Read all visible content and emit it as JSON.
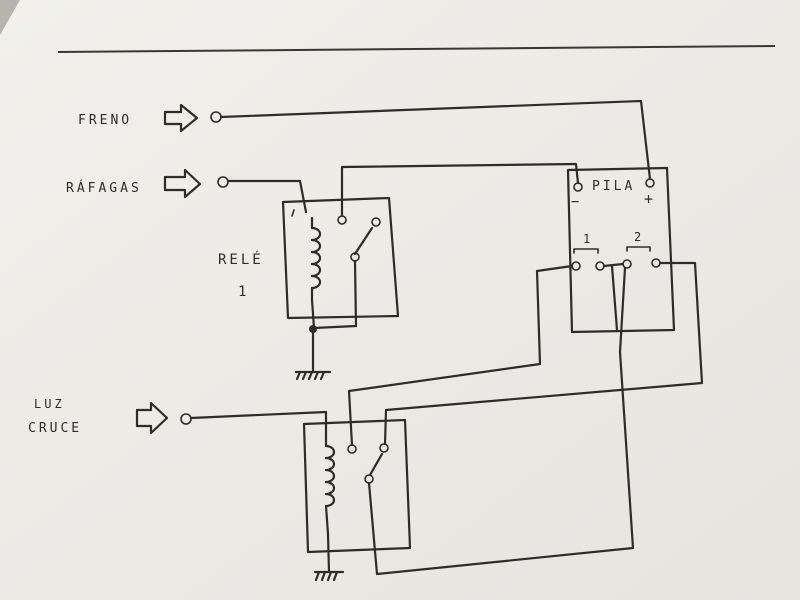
{
  "diagram": {
    "inputs": {
      "freno": "FRENO",
      "rafagas": "RÁFAGAS",
      "luz_line1": "LUZ",
      "luz_line2": "CRUCE"
    },
    "relay1": {
      "label_line1": "RELÉ",
      "label_line2": "1"
    },
    "pila": {
      "label": "PILA",
      "minus": "−",
      "plus": "+"
    },
    "switches": {
      "s1": "1",
      "s2": "2"
    }
  }
}
